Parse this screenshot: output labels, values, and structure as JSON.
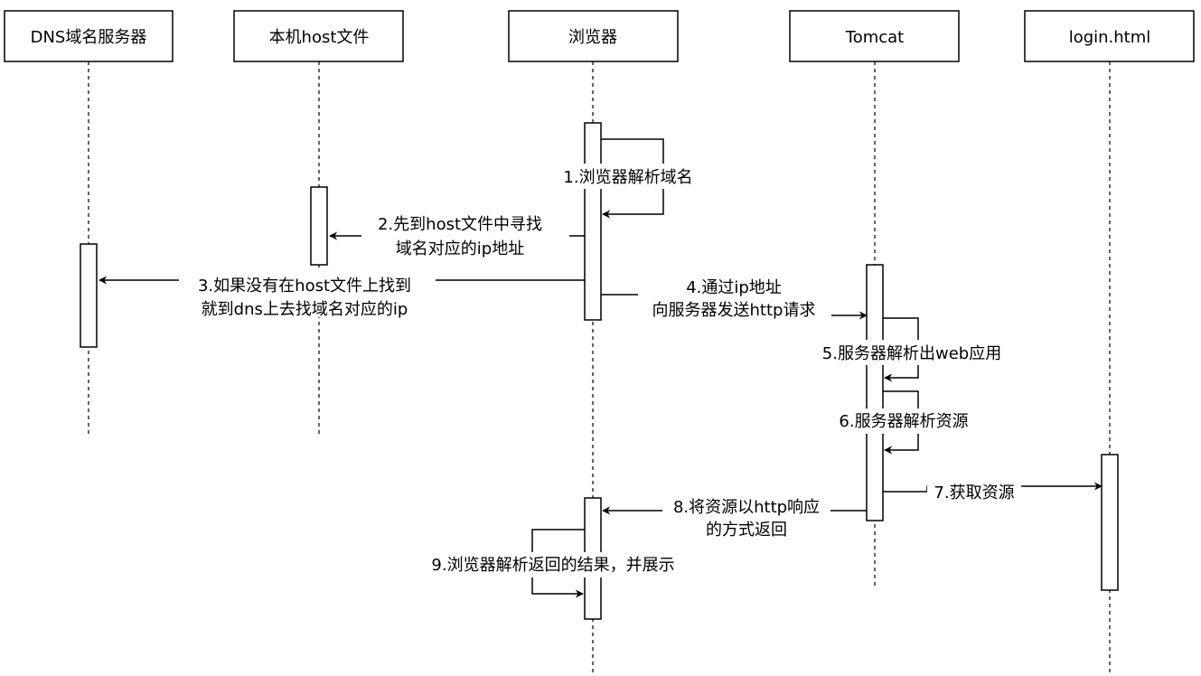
{
  "diagram": {
    "participants": [
      {
        "id": "dns",
        "label": "DNS域名服务器"
      },
      {
        "id": "host",
        "label": "本机host文件"
      },
      {
        "id": "browser",
        "label": "浏览器"
      },
      {
        "id": "tomcat",
        "label": "Tomcat"
      },
      {
        "id": "login",
        "label": "login.html"
      }
    ],
    "messages": [
      {
        "id": "m1",
        "lines": [
          "1.浏览器解析域名"
        ]
      },
      {
        "id": "m2",
        "lines": [
          "2.先到host文件中寻找",
          "域名对应的ip地址"
        ]
      },
      {
        "id": "m3",
        "lines": [
          "3.如果没有在host文件上找到",
          "就到dns上去找域名对应的ip"
        ]
      },
      {
        "id": "m4",
        "lines": [
          "4.通过ip地址",
          "向服务器发送http请求"
        ]
      },
      {
        "id": "m5",
        "lines": [
          "5.服务器解析出web应用"
        ]
      },
      {
        "id": "m6",
        "lines": [
          "6.服务器解析资源"
        ]
      },
      {
        "id": "m7",
        "lines": [
          "7.获取资源"
        ]
      },
      {
        "id": "m8",
        "lines": [
          "8.将资源以http响应",
          "的方式返回"
        ]
      },
      {
        "id": "m9",
        "lines": [
          "9.浏览器解析返回的结果，并展示"
        ]
      }
    ]
  }
}
